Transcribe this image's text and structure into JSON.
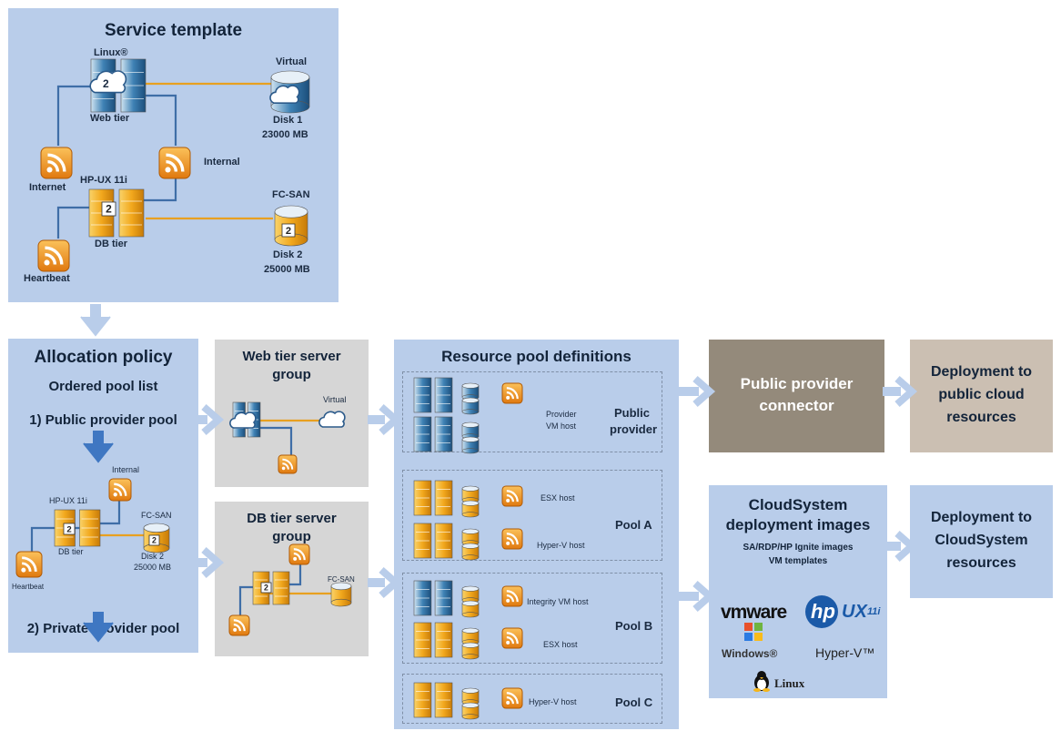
{
  "service_template": {
    "title": "Service template",
    "linux_label": "Linux®",
    "web_tier": "Web tier",
    "virtual": "Virtual",
    "disk1": "Disk 1",
    "disk1_size": "23000 MB",
    "internet": "Internet",
    "internal": "Internal",
    "hpux": "HP-UX 11i",
    "db_tier": "DB tier",
    "fcsan": "FC-SAN",
    "heartbeat": "Heartbeat",
    "disk2": "Disk 2",
    "disk2_size": "25000 MB",
    "badge": "2"
  },
  "allocation": {
    "title": "Allocation policy",
    "subtitle": "Ordered pool list",
    "pool1": "1) Public provider pool",
    "pool2": "2) Private provider pool",
    "internal": "Internal",
    "hpux": "HP-UX 11i",
    "fcsan": "FC-SAN",
    "db_tier": "DB tier",
    "heartbeat": "Heartbeat",
    "disk2": "Disk 2",
    "disk2_size": "25000 MB"
  },
  "web_group": {
    "title_line1": "Web tier server",
    "title_line2": "group",
    "virtual": "Virtual"
  },
  "db_group": {
    "title_line1": "DB tier server",
    "title_line2": "group",
    "fcsan": "FC-SAN"
  },
  "resource_pools": {
    "title": "Resource pool definitions",
    "public": {
      "host_line1": "Provider",
      "host_line2": "VM host",
      "name_line1": "Public",
      "name_line2": "provider"
    },
    "pool_a": {
      "host1": "ESX host",
      "host2": "Hyper-V host",
      "name": "Pool A"
    },
    "pool_b": {
      "host1": "Integrity VM host",
      "host2": "ESX host",
      "name": "Pool B"
    },
    "pool_c": {
      "host1": "Hyper-V host",
      "name": "Pool C"
    }
  },
  "public_connector": {
    "line1": "Public provider",
    "line2": "connector"
  },
  "deploy_public": {
    "line1": "Deployment to",
    "line2": "public cloud",
    "line3": "resources"
  },
  "cloudsystem_images": {
    "line1": "CloudSystem",
    "line2": "deployment images",
    "sub1": "SA/RDP/HP Ignite images",
    "sub2": "VM templates",
    "vmware": "vmware",
    "hp": "hp",
    "ux": "UX",
    "ux_sup": "11i",
    "windows": "Windows®",
    "hyperv": "Hyper-V™",
    "linux": "Linux"
  },
  "deploy_cloudsystem": {
    "line1": "Deployment to",
    "line2": "CloudSystem",
    "line3": "resources"
  },
  "colors": {
    "panel_blue": "#b9cdea",
    "panel_gray": "#d6d6d6",
    "connector_brown": "#948a7b",
    "deploy_tan": "#cbbfb2",
    "arrow": "#b9cdea",
    "link_orange": "#e8a020",
    "link_blue": "#3f6ea7"
  }
}
